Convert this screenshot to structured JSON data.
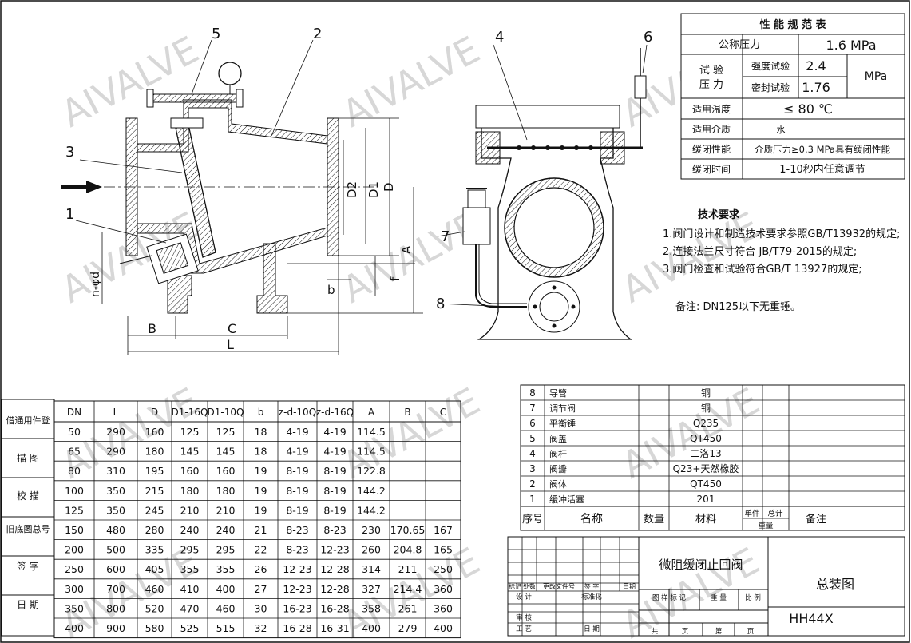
{
  "watermark": "AIVALVE",
  "perf": {
    "title": "性 能 规 范 表",
    "nominal_pressure_label": "公称压力",
    "nominal_pressure_value": "1.6 MPa",
    "test_label_1": "试 验",
    "test_label_2": "压 力",
    "strength_label": "强度试验",
    "strength_value": "2.4",
    "seal_label": "密封试验",
    "seal_value": "1.76",
    "pressure_unit": "MPa",
    "temp_label": "适用温度",
    "temp_value": "≤ 80 ℃",
    "medium_label": "适用介质",
    "medium_value": "水",
    "slow_close_label": "缓闭性能",
    "slow_close_value": "介质压力≥0.3 MPa具有缓闭性能",
    "close_time_label": "缓闭时间",
    "close_time_value": "1-10秒内任意调节"
  },
  "tech": {
    "title": "技术要求",
    "items": [
      "1.阀门设计和制造技术要求参照GB/T13932的规定;",
      "2.连接法兰尺寸符合 JB/T79-2015的规定;",
      "3.阀门检查和试验符合GB/T 13927的规定;"
    ],
    "note": "备注: DN125以下无重锤。"
  },
  "left_labels": [
    "借通用件登",
    "描 图",
    "校 描",
    "旧底图总号",
    "签 字",
    "日 期"
  ],
  "dims": {
    "headers": [
      "DN",
      "L",
      "D",
      "D1-16Q",
      "D1-10Q",
      "b",
      "z-d-10Q",
      "z-d-16Q",
      "A",
      "B",
      "C"
    ],
    "rows": [
      [
        "50",
        "290",
        "160",
        "125",
        "125",
        "18",
        "4-19",
        "4-19",
        "114.5",
        "",
        ""
      ],
      [
        "65",
        "290",
        "180",
        "145",
        "145",
        "18",
        "4-19",
        "4-19",
        "114.5",
        "",
        ""
      ],
      [
        "80",
        "310",
        "195",
        "160",
        "160",
        "19",
        "8-19",
        "8-19",
        "122.8",
        "",
        ""
      ],
      [
        "100",
        "350",
        "215",
        "180",
        "180",
        "19",
        "8-19",
        "8-19",
        "144.2",
        "",
        ""
      ],
      [
        "125",
        "350",
        "245",
        "210",
        "210",
        "19",
        "8-19",
        "8-19",
        "144.2",
        "",
        ""
      ],
      [
        "150",
        "480",
        "280",
        "240",
        "240",
        "21",
        "8-23",
        "8-23",
        "230",
        "170.65",
        "167"
      ],
      [
        "200",
        "500",
        "335",
        "295",
        "295",
        "22",
        "8-23",
        "12-23",
        "260",
        "204.8",
        "165"
      ],
      [
        "250",
        "600",
        "405",
        "355",
        "355",
        "26",
        "12-23",
        "12-28",
        "314",
        "211",
        "250"
      ],
      [
        "300",
        "700",
        "460",
        "410",
        "400",
        "27",
        "12-23",
        "12-28",
        "327",
        "214.4",
        "360"
      ],
      [
        "350",
        "800",
        "520",
        "470",
        "460",
        "30",
        "16-23",
        "16-28",
        "358",
        "261",
        "360"
      ],
      [
        "400",
        "900",
        "580",
        "525",
        "515",
        "32",
        "16-28",
        "16-31",
        "400",
        "279",
        "400"
      ]
    ]
  },
  "parts": {
    "rows": [
      [
        "8",
        "导管",
        "",
        "铜"
      ],
      [
        "7",
        "调节阀",
        "",
        "铜"
      ],
      [
        "6",
        "平衡锤",
        "",
        "Q235"
      ],
      [
        "5",
        "阀盖",
        "",
        "QT450"
      ],
      [
        "4",
        "阀杆",
        "",
        "二洛13"
      ],
      [
        "3",
        "阀瓣",
        "",
        "Q23+天然橡胶"
      ],
      [
        "2",
        "阀体",
        "",
        "QT450"
      ],
      [
        "1",
        "缓冲活塞",
        "",
        "201"
      ]
    ],
    "header": {
      "no": "序号",
      "name": "名称",
      "qty": "数量",
      "material": "材料",
      "unit": "单件",
      "total": "总计",
      "weight": "重量",
      "remark": "备注"
    }
  },
  "title_block": {
    "product_name": "微阻缓闭止回阀",
    "drawing_name": "总装图",
    "model": "HH44X",
    "rev_labels": [
      "标记",
      "处数",
      "更改文件号",
      "签 字",
      "日期"
    ],
    "design": "设 计",
    "standard": "标准化",
    "review": "审 核",
    "process": "工 艺",
    "date": "日 期",
    "stage": "图 样 标 记",
    "weight": "重 量",
    "scale": "比 例",
    "total_sheets": "共",
    "sheet": "页",
    "sheet_no": "第",
    "sheet2": "页"
  },
  "callouts": [
    "1",
    "2",
    "3",
    "4",
    "5",
    "6",
    "7",
    "8"
  ],
  "dim_labels": {
    "B": "B",
    "C": "C",
    "L": "L",
    "D": "D",
    "D1": "D1",
    "D2": "D2",
    "A": "A",
    "b": "b",
    "f": "f",
    "nd": "n-φd"
  }
}
